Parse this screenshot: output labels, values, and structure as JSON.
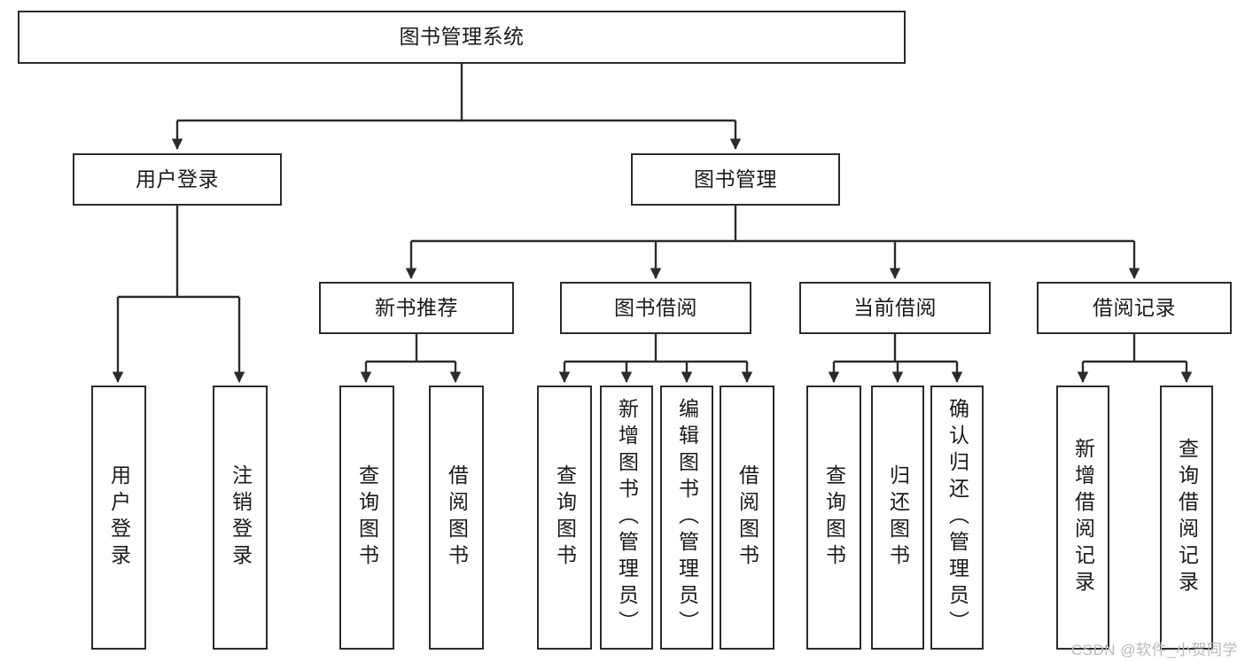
{
  "diagram": {
    "title": "图书管理系统",
    "watermark": "CSDN @软件_小贺同学",
    "colors": {
      "box_border": "#2b2b2b",
      "box_fill": "#ffffff",
      "connector": "#2b2b2b",
      "text": "#1a1a1a",
      "watermark": "#b9b9b9",
      "page_background": "#ffffff"
    },
    "root": {
      "label": "图书管理系统"
    },
    "level1": [
      {
        "id": "user-login",
        "label": "用户登录"
      },
      {
        "id": "book-management",
        "label": "图书管理"
      }
    ],
    "level2": [
      {
        "id": "new-book-recommend",
        "label": "新书推荐",
        "parent": "book-management"
      },
      {
        "id": "book-borrow",
        "label": "图书借阅",
        "parent": "book-management"
      },
      {
        "id": "current-borrow",
        "label": "当前借阅",
        "parent": "book-management"
      },
      {
        "id": "borrow-record",
        "label": "借阅记录",
        "parent": "book-management"
      }
    ],
    "leaves": {
      "user_login": [
        {
          "id": "leaf-user-login",
          "label": "用户登录"
        },
        {
          "id": "leaf-logout-login",
          "label": "注销登录"
        }
      ],
      "new_book_recommend": [
        {
          "id": "leaf-query-book-1",
          "label": "查询图书"
        },
        {
          "id": "leaf-borrow-book-1",
          "label": "借阅图书"
        }
      ],
      "book_borrow": [
        {
          "id": "leaf-query-book-2",
          "label": "查询图书"
        },
        {
          "id": "leaf-add-book",
          "label": "新增图书（管理员）"
        },
        {
          "id": "leaf-edit-book",
          "label": "编辑图书（管理员）"
        },
        {
          "id": "leaf-borrow-book-2",
          "label": "借阅图书"
        }
      ],
      "current_borrow": [
        {
          "id": "leaf-query-book-3",
          "label": "查询图书"
        },
        {
          "id": "leaf-return-book",
          "label": "归还图书"
        },
        {
          "id": "leaf-confirm-return",
          "label": "确认归还（管理员）"
        }
      ],
      "borrow_record": [
        {
          "id": "leaf-add-record",
          "label": "新增借阅记录"
        },
        {
          "id": "leaf-query-record",
          "label": "查询借阅记录"
        }
      ]
    }
  }
}
